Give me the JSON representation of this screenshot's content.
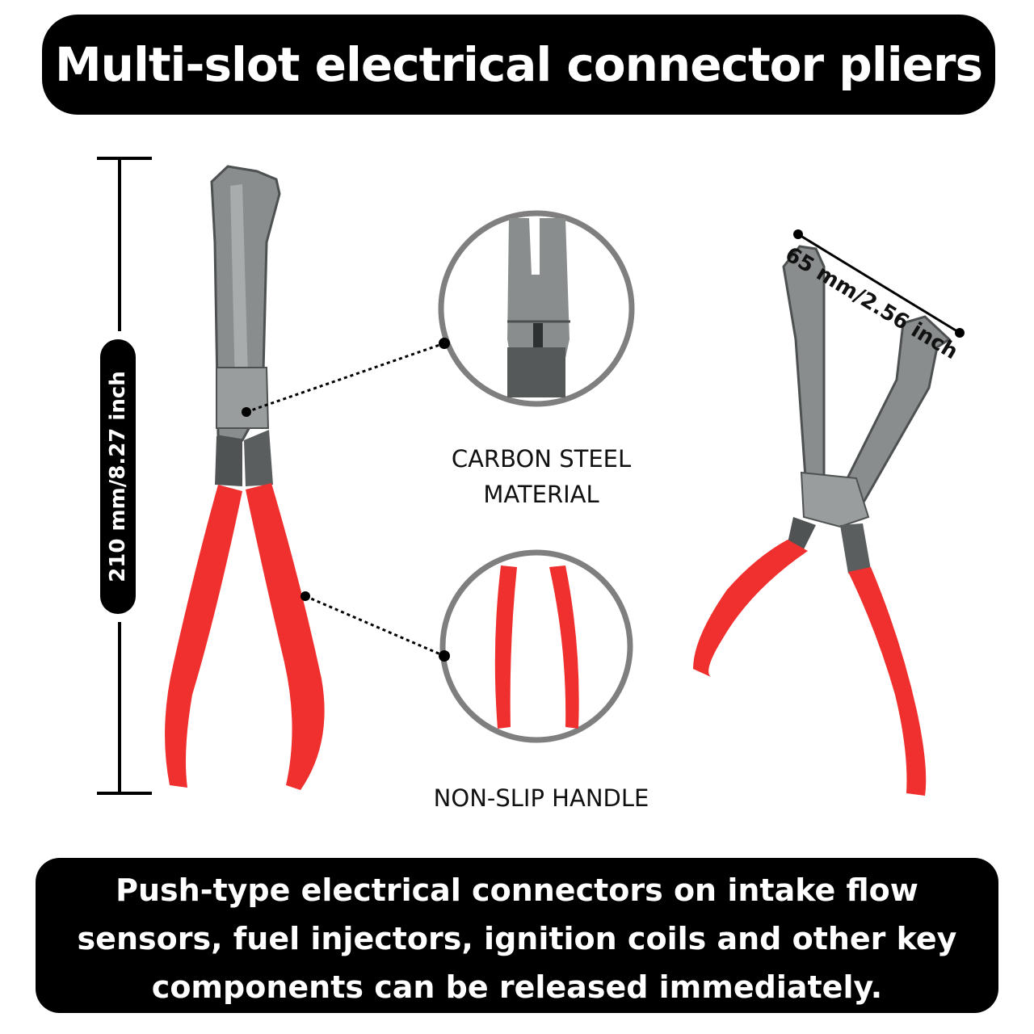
{
  "title": "Multi-slot electrical connector pliers",
  "dimensions": {
    "length": "210 mm/8.27 inch",
    "jaw_opening": "65 mm/2.56 inch"
  },
  "features": {
    "material": [
      "CARBON STEEL",
      "MATERIAL"
    ],
    "handle": "NON-SLIP HANDLE"
  },
  "description": [
    "Push-type electrical connectors on intake flow",
    "sensors, fuel injectors, ignition coils and other key",
    "components can be released immediately."
  ],
  "colors": {
    "handle": "#f0302e",
    "steel": "#8a8d8e",
    "banner": "#000000"
  }
}
